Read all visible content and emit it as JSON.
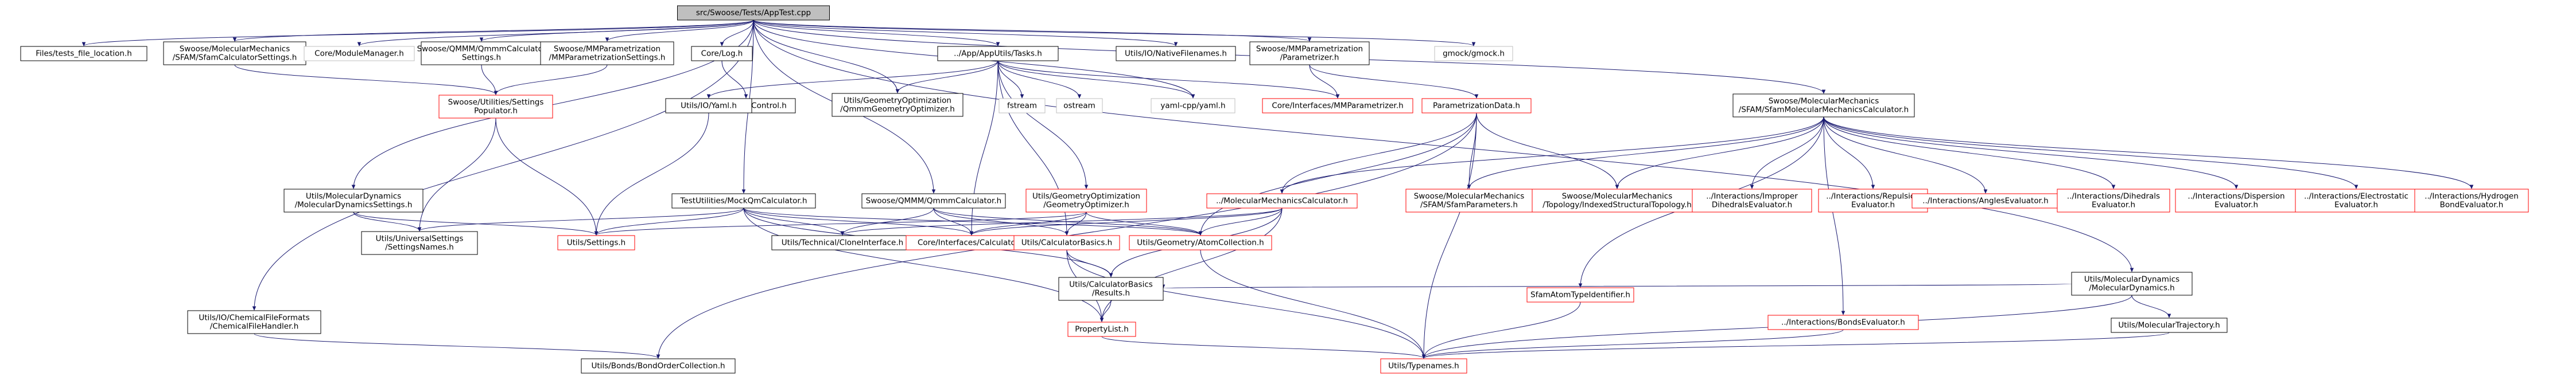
{
  "diagram": {
    "title": "include dependency graph",
    "colors": {
      "black": "#000000",
      "red": "#ff0000",
      "gray": "#bfbfbf",
      "edge": "#191970",
      "rootfill": "#bfbfbf"
    },
    "nodes": [
      {
        "id": "root",
        "lines": [
          "src/Swoose/Tests/AppTest.cpp"
        ],
        "border": "black",
        "fill": "rootfill",
        "clickable": false
      },
      {
        "id": "files_test",
        "lines": [
          "Files/tests_file_location.h"
        ],
        "border": "black",
        "clickable": true
      },
      {
        "id": "sfam_settings",
        "lines": [
          "Swoose/MolecularMechanics",
          "/SFAM/SfamCalculatorSettings.h"
        ],
        "border": "black",
        "clickable": true
      },
      {
        "id": "module_manager",
        "lines": [
          "Core/ModuleManager.h"
        ],
        "border": "gray",
        "clickable": false
      },
      {
        "id": "qmmm_settings",
        "lines": [
          "Swoose/QMMM/QmmmCalculator",
          "Settings.h"
        ],
        "border": "black",
        "clickable": true
      },
      {
        "id": "mmparam_settings",
        "lines": [
          "Swoose/MMParametrization",
          "/MMParametrizationSettings.h"
        ],
        "border": "black",
        "clickable": true
      },
      {
        "id": "core_log",
        "lines": [
          "Core/Log.h"
        ],
        "border": "black",
        "clickable": true
      },
      {
        "id": "app_utils",
        "lines": [
          "../App/AppUtils/Tasks.h"
        ],
        "border": "black",
        "clickable": true
      },
      {
        "id": "native_filenames",
        "lines": [
          "Utils/IO/NativeFilenames.h"
        ],
        "border": "black",
        "clickable": true
      },
      {
        "id": "mm_parametrizer",
        "lines": [
          "Swoose/MMParametrization",
          "/Parametrizer.h"
        ],
        "border": "black",
        "clickable": true
      },
      {
        "id": "gmock",
        "lines": [
          "gmock/gmock.h"
        ],
        "border": "gray",
        "clickable": false
      },
      {
        "id": "settings_populator",
        "lines": [
          "Swoose/Utilities/Settings",
          "Populator.h"
        ],
        "border": "red",
        "clickable": true
      },
      {
        "id": "export_control",
        "lines": [
          "Core/ExportControl.h"
        ],
        "border": "black",
        "clickable": true
      },
      {
        "id": "yaml_h",
        "lines": [
          "Utils/IO/Yaml.h"
        ],
        "border": "black",
        "clickable": true
      },
      {
        "id": "geomopt_qmmm",
        "lines": [
          "Utils/GeometryOptimization",
          "/QmmmGeometryOptimizer.h"
        ],
        "border": "black",
        "clickable": true
      },
      {
        "id": "fstream",
        "lines": [
          "fstream"
        ],
        "border": "gray",
        "clickable": false
      },
      {
        "id": "ostream",
        "lines": [
          "ostream"
        ],
        "border": "gray",
        "clickable": false
      },
      {
        "id": "yaml_cpp",
        "lines": [
          "yaml-cpp/yaml.h"
        ],
        "border": "gray",
        "clickable": false
      },
      {
        "id": "mm_param_iface",
        "lines": [
          "Core/Interfaces/MMParametrizer.h"
        ],
        "border": "red",
        "clickable": true
      },
      {
        "id": "param_data",
        "lines": [
          "ParametrizationData.h"
        ],
        "border": "red",
        "clickable": true
      },
      {
        "id": "sfam_calc",
        "lines": [
          "Swoose/MolecularMechanics",
          "/SFAM/SfamMolecularMechanicsCalculator.h"
        ],
        "border": "black",
        "clickable": true
      },
      {
        "id": "md_settings",
        "lines": [
          "Utils/MolecularDynamics",
          "/MolecularDynamicsSettings.h"
        ],
        "border": "black",
        "clickable": true
      },
      {
        "id": "mock_qm",
        "lines": [
          "TestUtilities/MockQmCalculator.h"
        ],
        "border": "black",
        "clickable": true
      },
      {
        "id": "qmmm_calc",
        "lines": [
          "Swoose/QMMM/QmmmCalculator.h"
        ],
        "border": "black",
        "clickable": true
      },
      {
        "id": "geom_optimizer",
        "lines": [
          "Utils/GeometryOptimization",
          "/GeometryOptimizer.h"
        ],
        "border": "red",
        "clickable": true
      },
      {
        "id": "mm_calculator",
        "lines": [
          "../MolecularMechanicsCalculator.h"
        ],
        "border": "red",
        "clickable": true
      },
      {
        "id": "sfam_params",
        "lines": [
          "Swoose/MolecularMechanics",
          "/SFAM/SfamParameters.h"
        ],
        "border": "red",
        "clickable": true
      },
      {
        "id": "topology",
        "lines": [
          "Swoose/MolecularMechanics",
          "/Topology/IndexedStructuralTopology.h"
        ],
        "border": "red",
        "clickable": true
      },
      {
        "id": "improper",
        "lines": [
          "../Interactions/Improper",
          "DihedralsEvaluator.h"
        ],
        "border": "red",
        "clickable": true
      },
      {
        "id": "repulsion",
        "lines": [
          "../Interactions/Repulsion",
          "Evaluator.h"
        ],
        "border": "red",
        "clickable": true
      },
      {
        "id": "angles",
        "lines": [
          "../Interactions/AnglesEvaluator.h"
        ],
        "border": "red",
        "clickable": true
      },
      {
        "id": "dihedrals",
        "lines": [
          "../Interactions/Dihedrals",
          "Evaluator.h"
        ],
        "border": "red",
        "clickable": true
      },
      {
        "id": "dispersion",
        "lines": [
          "../Interactions/Dispersion",
          "Evaluator.h"
        ],
        "border": "red",
        "clickable": true
      },
      {
        "id": "electrostatic",
        "lines": [
          "../Interactions/Electrostatic",
          "Evaluator.h"
        ],
        "border": "red",
        "clickable": true
      },
      {
        "id": "hbond",
        "lines": [
          "../Interactions/Hydrogen",
          "BondEvaluator.h"
        ],
        "border": "red",
        "clickable": true
      },
      {
        "id": "universal_settings",
        "lines": [
          "Utils/UniversalSettings",
          "/SettingsNames.h"
        ],
        "border": "black",
        "clickable": true
      },
      {
        "id": "utils_settings",
        "lines": [
          "Utils/Settings.h"
        ],
        "border": "red",
        "clickable": true
      },
      {
        "id": "clone_iface",
        "lines": [
          "Utils/Technical/CloneInterface.h"
        ],
        "border": "black",
        "clickable": true
      },
      {
        "id": "core_calculator",
        "lines": [
          "Core/Interfaces/Calculator.h"
        ],
        "border": "red",
        "clickable": true
      },
      {
        "id": "calc_basics",
        "lines": [
          "Utils/CalculatorBasics.h"
        ],
        "border": "red",
        "clickable": true
      },
      {
        "id": "atom_collection",
        "lines": [
          "Utils/Geometry/AtomCollection.h"
        ],
        "border": "red",
        "clickable": true
      },
      {
        "id": "calc_results",
        "lines": [
          "Utils/CalculatorBasics",
          "/Results.h"
        ],
        "border": "black",
        "clickable": true
      },
      {
        "id": "property_list",
        "lines": [
          "PropertyList.h"
        ],
        "border": "red",
        "clickable": true
      },
      {
        "id": "sfam_atomtype",
        "lines": [
          "SfamAtomTypeIdentifier.h"
        ],
        "border": "red",
        "clickable": true
      },
      {
        "id": "bonds_eval",
        "lines": [
          "../Interactions/BondsEvaluator.h"
        ],
        "border": "red",
        "clickable": true
      },
      {
        "id": "md_main",
        "lines": [
          "Utils/MolecularDynamics",
          "/MolecularDynamics.h"
        ],
        "border": "black",
        "clickable": true
      },
      {
        "id": "md_traj",
        "lines": [
          "Utils/MolecularTrajectory.h"
        ],
        "border": "black",
        "clickable": true
      },
      {
        "id": "chem_file",
        "lines": [
          "Utils/IO/ChemicalFileFormats",
          "/ChemicalFileHandler.h"
        ],
        "border": "black",
        "clickable": true
      },
      {
        "id": "bond_order",
        "lines": [
          "Utils/Bonds/BondOrderCollection.h"
        ],
        "border": "black",
        "clickable": true
      },
      {
        "id": "typenames",
        "lines": [
          "Utils/Typenames.h"
        ],
        "border": "red",
        "clickable": true
      }
    ],
    "edges": [
      [
        "root",
        "files_test"
      ],
      [
        "root",
        "sfam_settings"
      ],
      [
        "root",
        "module_manager"
      ],
      [
        "root",
        "qmmm_settings"
      ],
      [
        "root",
        "mmparam_settings"
      ],
      [
        "root",
        "core_log"
      ],
      [
        "root",
        "app_utils"
      ],
      [
        "root",
        "native_filenames"
      ],
      [
        "root",
        "mm_parametrizer"
      ],
      [
        "root",
        "gmock"
      ],
      [
        "root",
        "sfam_calc"
      ],
      [
        "root",
        "md_settings"
      ],
      [
        "root",
        "mock_qm"
      ],
      [
        "root",
        "qmmm_calc"
      ],
      [
        "root",
        "geomopt_qmmm"
      ],
      [
        "root",
        "yaml_cpp"
      ],
      [
        "root",
        "md_main"
      ],
      [
        "root",
        "chem_file"
      ],
      [
        "sfam_settings",
        "settings_populator"
      ],
      [
        "qmmm_settings",
        "settings_populator"
      ],
      [
        "mmparam_settings",
        "settings_populator"
      ],
      [
        "core_log",
        "export_control"
      ],
      [
        "settings_populator",
        "universal_settings"
      ],
      [
        "settings_populator",
        "utils_settings"
      ],
      [
        "app_utils",
        "yaml_h"
      ],
      [
        "app_utils",
        "geomopt_qmmm"
      ],
      [
        "app_utils",
        "fstream"
      ],
      [
        "app_utils",
        "ostream"
      ],
      [
        "app_utils",
        "yaml_cpp"
      ],
      [
        "app_utils",
        "mm_param_iface"
      ],
      [
        "app_utils",
        "geom_optimizer"
      ],
      [
        "app_utils",
        "core_calculator"
      ],
      [
        "app_utils",
        "calc_basics"
      ],
      [
        "yaml_h",
        "utils_settings"
      ],
      [
        "mm_parametrizer",
        "mm_param_iface"
      ],
      [
        "mm_parametrizer",
        "param_data"
      ],
      [
        "param_data",
        "mm_calculator"
      ],
      [
        "param_data",
        "sfam_params"
      ],
      [
        "param_data",
        "topology"
      ],
      [
        "param_data",
        "atom_collection"
      ],
      [
        "param_data",
        "bond_order"
      ],
      [
        "param_data",
        "typenames"
      ],
      [
        "sfam_calc",
        "mm_calculator"
      ],
      [
        "sfam_calc",
        "sfam_params"
      ],
      [
        "sfam_calc",
        "topology"
      ],
      [
        "sfam_calc",
        "improper"
      ],
      [
        "sfam_calc",
        "repulsion"
      ],
      [
        "sfam_calc",
        "angles"
      ],
      [
        "sfam_calc",
        "dihedrals"
      ],
      [
        "sfam_calc",
        "dispersion"
      ],
      [
        "sfam_calc",
        "electrostatic"
      ],
      [
        "sfam_calc",
        "hbond"
      ],
      [
        "sfam_calc",
        "sfam_atomtype"
      ],
      [
        "sfam_calc",
        "bonds_eval"
      ],
      [
        "md_settings",
        "universal_settings"
      ],
      [
        "md_settings",
        "utils_settings"
      ],
      [
        "mock_qm",
        "universal_settings"
      ],
      [
        "mock_qm",
        "utils_settings"
      ],
      [
        "mock_qm",
        "clone_iface"
      ],
      [
        "mock_qm",
        "core_calculator"
      ],
      [
        "mock_qm",
        "atom_collection"
      ],
      [
        "mock_qm",
        "calc_results"
      ],
      [
        "mock_qm",
        "property_list"
      ],
      [
        "qmmm_calc",
        "clone_iface"
      ],
      [
        "qmmm_calc",
        "core_calculator"
      ],
      [
        "qmmm_calc",
        "calc_basics"
      ],
      [
        "qmmm_calc",
        "atom_collection"
      ],
      [
        "geom_optimizer",
        "utils_settings"
      ],
      [
        "geom_optimizer",
        "core_calculator"
      ],
      [
        "geom_optimizer",
        "calc_basics"
      ],
      [
        "geom_optimizer",
        "atom_collection"
      ],
      [
        "mm_calculator",
        "clone_iface"
      ],
      [
        "mm_calculator",
        "core_calculator"
      ],
      [
        "mm_calculator",
        "atom_collection"
      ],
      [
        "mm_calculator",
        "calc_results"
      ],
      [
        "mm_calculator",
        "property_list"
      ],
      [
        "calc_basics",
        "calc_results"
      ],
      [
        "calc_basics",
        "property_list"
      ],
      [
        "calc_basics",
        "typenames"
      ],
      [
        "calc_results",
        "property_list"
      ],
      [
        "property_list",
        "typenames"
      ],
      [
        "atom_collection",
        "typenames"
      ],
      [
        "sfam_atomtype",
        "typenames"
      ],
      [
        "bonds_eval",
        "typenames"
      ],
      [
        "md_main",
        "calc_results"
      ],
      [
        "md_main",
        "md_traj"
      ],
      [
        "md_main",
        "typenames"
      ],
      [
        "md_traj",
        "typenames"
      ],
      [
        "chem_file",
        "bond_order"
      ]
    ]
  }
}
